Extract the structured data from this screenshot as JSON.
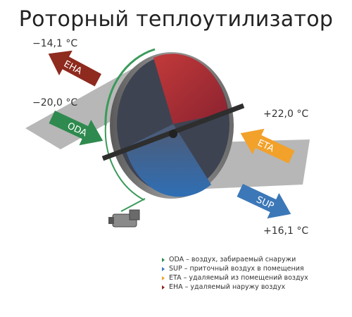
{
  "title": "Роторный теплоутилизатор",
  "temperatures": {
    "eha": "−14,1 °C",
    "oda": "−20,0 °C",
    "eta": "+22,0 °C",
    "sup": "+16,1 °C"
  },
  "arrows": {
    "eha": {
      "label": "EHA",
      "color": "#8e2a1e"
    },
    "oda": {
      "label": "ODA",
      "color": "#2e8a4e"
    },
    "eta": {
      "label": "ETA",
      "color": "#f2a12a"
    },
    "sup": {
      "label": "SUP",
      "color": "#3c78b8"
    }
  },
  "legend": [
    {
      "text": "ODA – воздух, забираемый снаружи",
      "color": "#2e8a4e"
    },
    {
      "text": "SUP – приточный воздух в помещения",
      "color": "#3c78b8"
    },
    {
      "text": "ETA – удаляемый из помещений воздух",
      "color": "#f2a12a"
    },
    {
      "text": "EHA – удаляемый наружу воздух",
      "color": "#8e2a1e"
    }
  ]
}
